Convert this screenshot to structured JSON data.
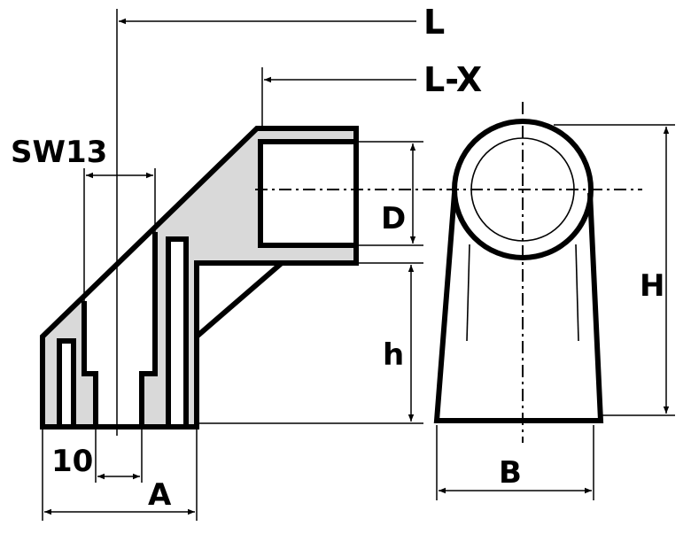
{
  "labels": {
    "L": "L",
    "LX": "L-X",
    "SW": "SW13",
    "D": "D",
    "H": "H",
    "h": "h",
    "ten": "10",
    "A": "A",
    "B": "B"
  },
  "colors": {
    "line": "#000000",
    "section_fill": "#d9d9d9",
    "background": "#ffffff"
  }
}
